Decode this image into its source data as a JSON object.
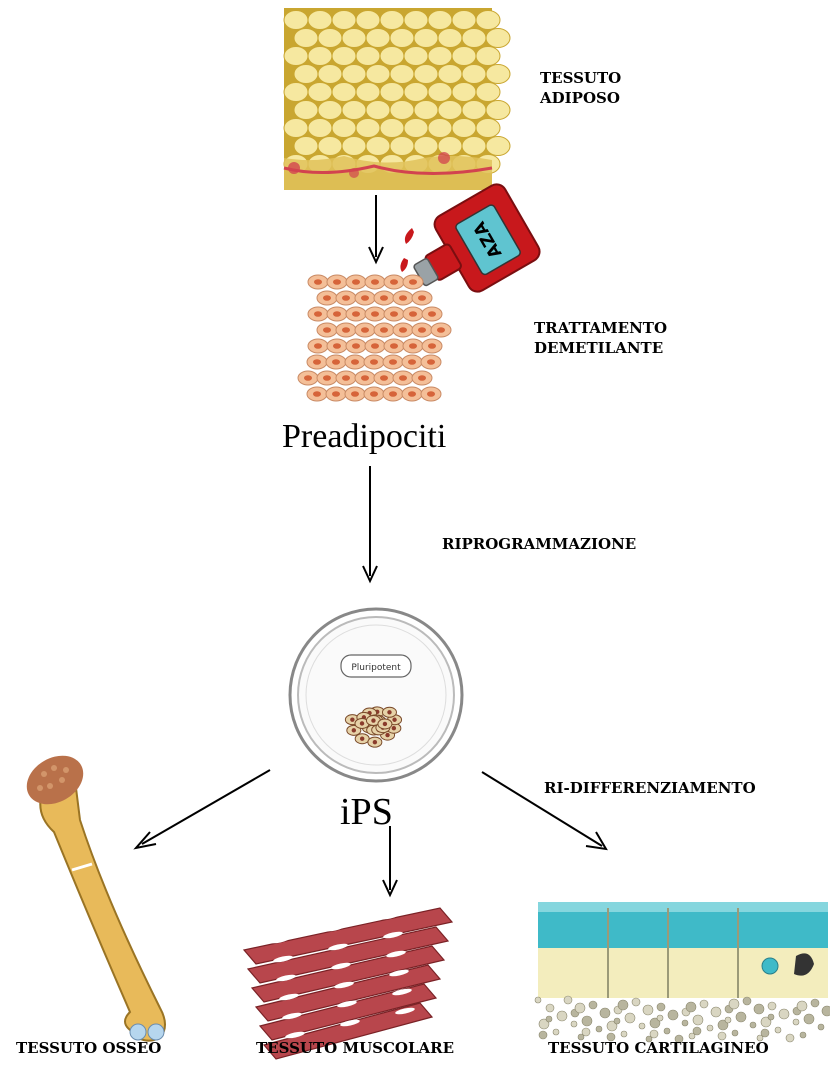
{
  "labels": {
    "adipose_line1": "TESSUTO",
    "adipose_line2": "ADIPOSO",
    "treatment_line1": "TRATTAMENTO",
    "treatment_line2": "DEMETILANTE",
    "preadipocytes": "Preadipociti",
    "reprogramming": "RIPROGRAMMAZIONE",
    "dish_tag": "Pluripotent",
    "ips": "iPS",
    "redifferentiation": "RI-DIFFERENZIAMENTO",
    "bone": "TESSUTO OSSEO",
    "muscle": "TESSUTO MUSCOLARE",
    "cartilage": "TESSUTO CARTILAGINEO",
    "bottle_label": "AZA"
  },
  "colors": {
    "fat_cell": "#f6e8a0",
    "fat_border": "#c9a630",
    "fat_tint": "#d2434f",
    "bottle_red": "#c8181c",
    "bottle_label": "#5fc4d0",
    "preadipocyte": "#f4bf98",
    "nucleus": "#d6643a",
    "muscle": "#b8464c",
    "bone": "#e8ba5a",
    "cartilage_top": "#3fbac8",
    "cartilage_body": "#f3edbd"
  },
  "icons": [
    "adipose-tissue-image",
    "aza-bottle-icon",
    "preadipocyte-cluster",
    "petri-dish-icon",
    "bone-image",
    "muscle-fibers-image",
    "cartilage-tissue-image"
  ]
}
